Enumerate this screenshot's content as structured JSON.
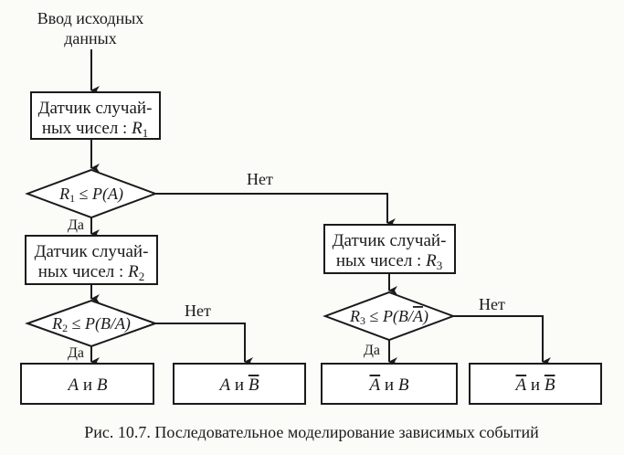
{
  "start": {
    "line1": "Ввод исходных",
    "line2": "данных"
  },
  "sensor1": {
    "line1": "Датчик случай-",
    "line2_text": "ных чисел : ",
    "var": "R",
    "sub": "1"
  },
  "cond1": {
    "lhs": "R",
    "lhs_sub": "1",
    "op": " ≤ ",
    "rhs": "P(A)"
  },
  "yes_label": "Да",
  "no_label": "Нет",
  "sensor2": {
    "line1": "Датчик случай-",
    "line2_text": "чисел : ",
    "line2_prefix": "ных ",
    "var": "R",
    "sub": "2"
  },
  "cond2": {
    "lhs": "R",
    "lhs_sub": "2",
    "op": " ≤ ",
    "rhs": "P(B/A)"
  },
  "sensor3": {
    "line1": "Датчик случай-",
    "line2_text": "ных чисел : ",
    "var": "R",
    "sub": "3"
  },
  "cond3": {
    "lhs": "R",
    "lhs_sub": "3",
    "op": " ≤ ",
    "rhs_pre": "P(B/",
    "rhs_bar": "A",
    "rhs_post": ")"
  },
  "outcomes": [
    {
      "a": "A",
      "and": " и ",
      "b": "B"
    },
    {
      "a": "A",
      "and": " и ",
      "b": "B"
    },
    {
      "a": "A",
      "and": " и ",
      "b": "B"
    },
    {
      "a": "A",
      "and": " и ",
      "b": "B"
    }
  ],
  "caption": "Рис. 10.7. Последовательное моделирование зависимых событий",
  "colors": {
    "ink": "#1a1a1a",
    "paper": "#fbfbf8"
  }
}
